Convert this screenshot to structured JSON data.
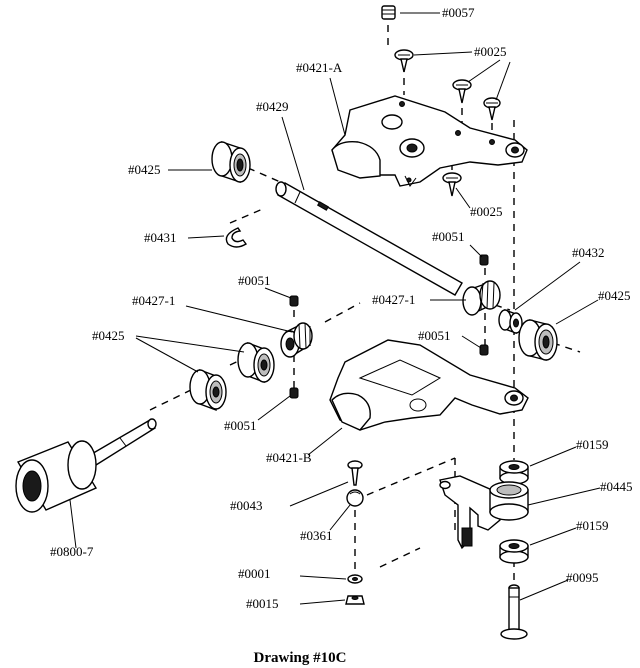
{
  "caption": "Drawing #10C",
  "labels": {
    "p0057": "#0057",
    "p0025_top": "#0025",
    "p0421a": "#0421-A",
    "p0429": "#0429",
    "p0425_left": "#0425",
    "p0025_mid": "#0025",
    "p0431": "#0431",
    "p0051_a": "#0051",
    "p0051_b": "#0051",
    "p0432": "#0432",
    "p0425_right": "#0425",
    "p0427_1_left": "#0427-1",
    "p0427_1_right": "#0427-1",
    "p0051_c": "#0051",
    "p0425_mid": "#0425",
    "p0051_d": "#0051",
    "p0421b": "#0421-B",
    "p0159_top": "#0159",
    "p0445": "#0445",
    "p0043": "#0043",
    "p0361": "#0361",
    "p0159_bot": "#0159",
    "p0800_7": "#0800-7",
    "p0001": "#0001",
    "p0095": "#0095",
    "p0015": "#0015"
  }
}
